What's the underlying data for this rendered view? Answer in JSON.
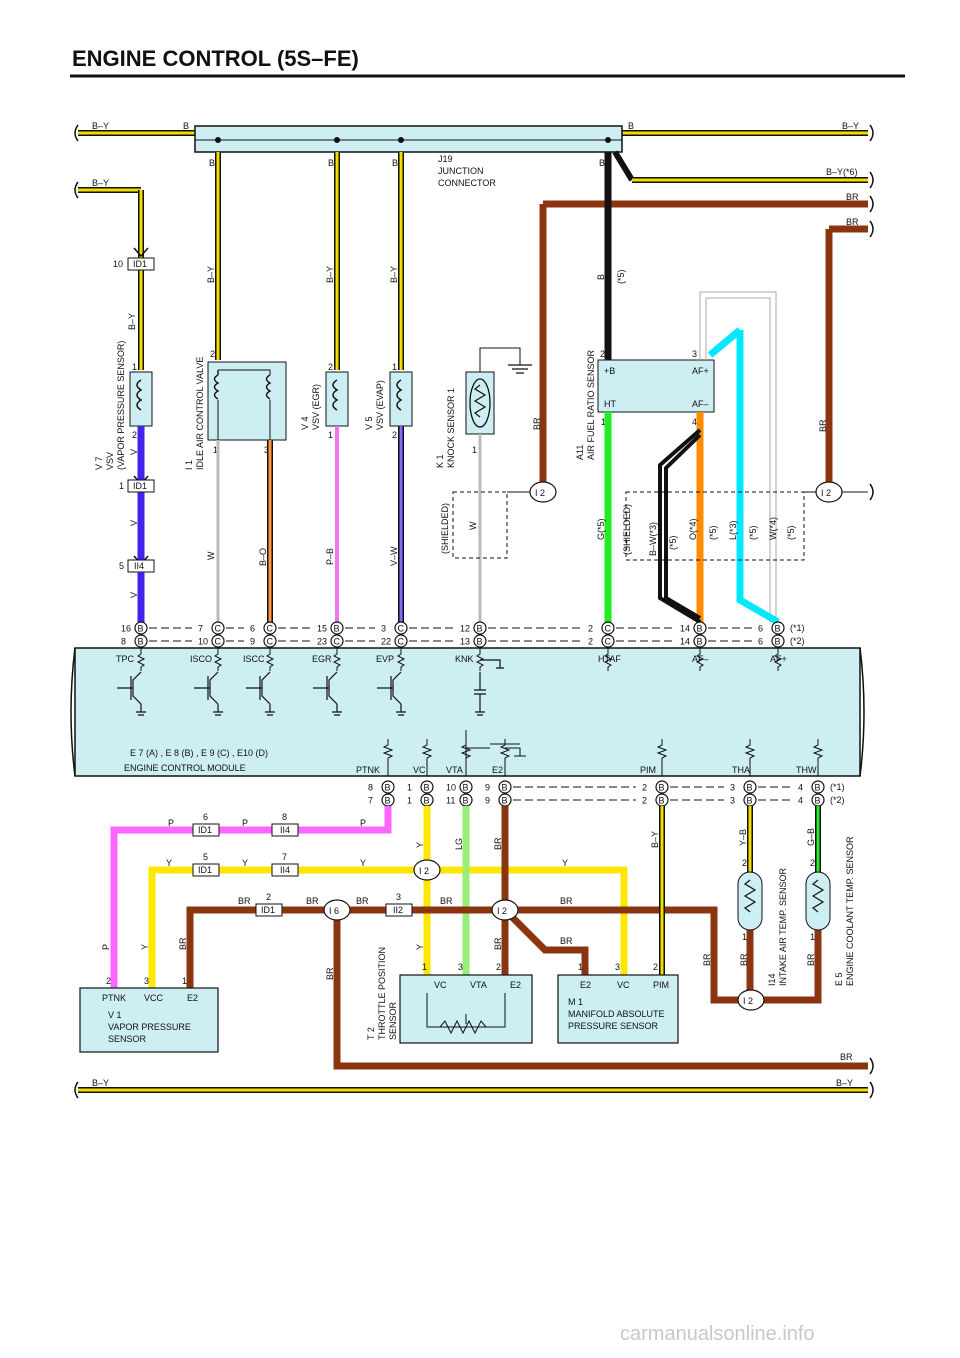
{
  "page": {
    "title": "ENGINE CONTROL (5S–FE)",
    "watermark": "carmanualsonline.info"
  },
  "bus": {
    "top_left": "B–Y",
    "top_right": "B–Y",
    "junction_b_left": "B",
    "junction_b_right": "B",
    "branch_b": "B",
    "junction_id": "J19",
    "junction_name_1": "JUNCTION",
    "junction_name_2": "CONNECTOR",
    "by6": "B–Y(*6)",
    "br": "BR",
    "bottom_br": "BR",
    "bottom_left": "B–Y",
    "bottom_right": "B–Y",
    "left_feed": "B–Y"
  },
  "components": {
    "vsv_vapor": {
      "id": "V 7",
      "name": "VSV",
      "sub": "(VAPOR PRESSURE SENSOR)"
    },
    "iacv": {
      "id": "I 1",
      "name": "IDLE AIR CONTROL VALVE"
    },
    "vsv_egr": {
      "id": "V 4",
      "name": "VSV (EGR)"
    },
    "vsv_evap": {
      "id": "V 5",
      "name": "VSV (EVAP)"
    },
    "knock": {
      "id": "K 1",
      "name": "KNOCK SENSOR 1"
    },
    "af_sensor": {
      "id": "A11",
      "name": "AIR FUEL RATIO SENSOR",
      "p_b": "+B",
      "p_ht": "HT",
      "p_afp": "AF+",
      "p_afm": "AF–"
    },
    "ecm": {
      "name": "ENGINE CONTROL MODULE",
      "connectors": "E 7 (A) , E 8 (B) , E 9 (C) , E10 (D)"
    },
    "vapor_sensor": {
      "id": "V 1",
      "name_1": "VAPOR PRESSURE",
      "name_2": "SENSOR",
      "p1": "PTNK",
      "p2": "VCC",
      "p3": "E2"
    },
    "tps": {
      "id": "T 2",
      "name_1": "THROTTLE POSITION",
      "name_2": "SENSOR",
      "p1": "VC",
      "p2": "VTA",
      "p3": "E2"
    },
    "map": {
      "id": "M 1",
      "name_1": "MANIFOLD ABSOLUTE",
      "name_2": "PRESSURE SENSOR",
      "p1": "E2",
      "p2": "VC",
      "p3": "PIM"
    },
    "iat": {
      "id": "I14",
      "name": "INTAKE AIR TEMP. SENSOR"
    },
    "ect": {
      "id": "E 5",
      "name": "ENGINE COOLANT TEMP. SENSOR"
    }
  },
  "ecm_terminals_top": [
    "TPC",
    "ISCO",
    "ISCC",
    "EGR",
    "EVP",
    "KNK",
    "HTAF",
    "AF–",
    "AF+"
  ],
  "ecm_terminals_bottom": [
    "PTNK",
    "VC",
    "VTA",
    "E2",
    "PIM",
    "THA",
    "THW"
  ],
  "connectors": {
    "id1": "ID1",
    "ii4": "II4",
    "ii2": "II2",
    "i2": "I 2",
    "i6": "I 6",
    "shielded": "(SHIELDED)",
    "star1": "(*1)",
    "star2": "(*2)",
    "star5": "(*5)",
    "star3": "(*3)",
    "star4": "(*4)"
  },
  "wire_colors": {
    "by": "B–Y",
    "b": "B",
    "v": "V",
    "w": "W",
    "bo": "B–O",
    "pb": "P–B",
    "vw": "V–W",
    "br": "BR",
    "g5": "G(*5)",
    "bw3": "B–W(*3)",
    "o4": "O(*4)",
    "l3": "L(*3)",
    "w4": "W(*4)",
    "p": "P",
    "y": "Y",
    "lg": "LG",
    "yb": "Y–B",
    "gb": "G–B"
  },
  "pins": {
    "top_row1": [
      "16",
      "7",
      "6",
      "15",
      "3",
      "12",
      "2",
      "14",
      "6"
    ],
    "top_row2": [
      "8",
      "10",
      "9",
      "23",
      "22",
      "13",
      "2",
      "14",
      "6"
    ],
    "top_row1_letters": [
      "B",
      "C",
      "C",
      "B",
      "C",
      "B",
      "C",
      "B",
      "B"
    ],
    "top_row2_letters": [
      "B",
      "C",
      "C",
      "C",
      "C",
      "B",
      "C",
      "B",
      "B"
    ],
    "bot_row1": [
      "8",
      "1",
      "10",
      "9",
      "2",
      "3",
      "4"
    ],
    "bot_row2": [
      "7",
      "1",
      "11",
      "9",
      "2",
      "3",
      "4"
    ],
    "bot_letter": "B",
    "n1": "1",
    "n2": "2",
    "n3": "3",
    "n4": "4",
    "n5": "5",
    "n6": "6",
    "n7": "7",
    "n8": "8",
    "n10": "10"
  },
  "colors": {
    "by_wire": "#f2dc00",
    "v_wire": "#4422ee",
    "br_wire": "#8b3510",
    "g_wire": "#22ee22",
    "o_wire": "#ff8c00",
    "l_wire": "#00e8ff",
    "p_wire": "#ff66ff",
    "y_wire": "#ffe600",
    "lg_wire": "#99ee77",
    "box_fill": "#cdeef2"
  }
}
